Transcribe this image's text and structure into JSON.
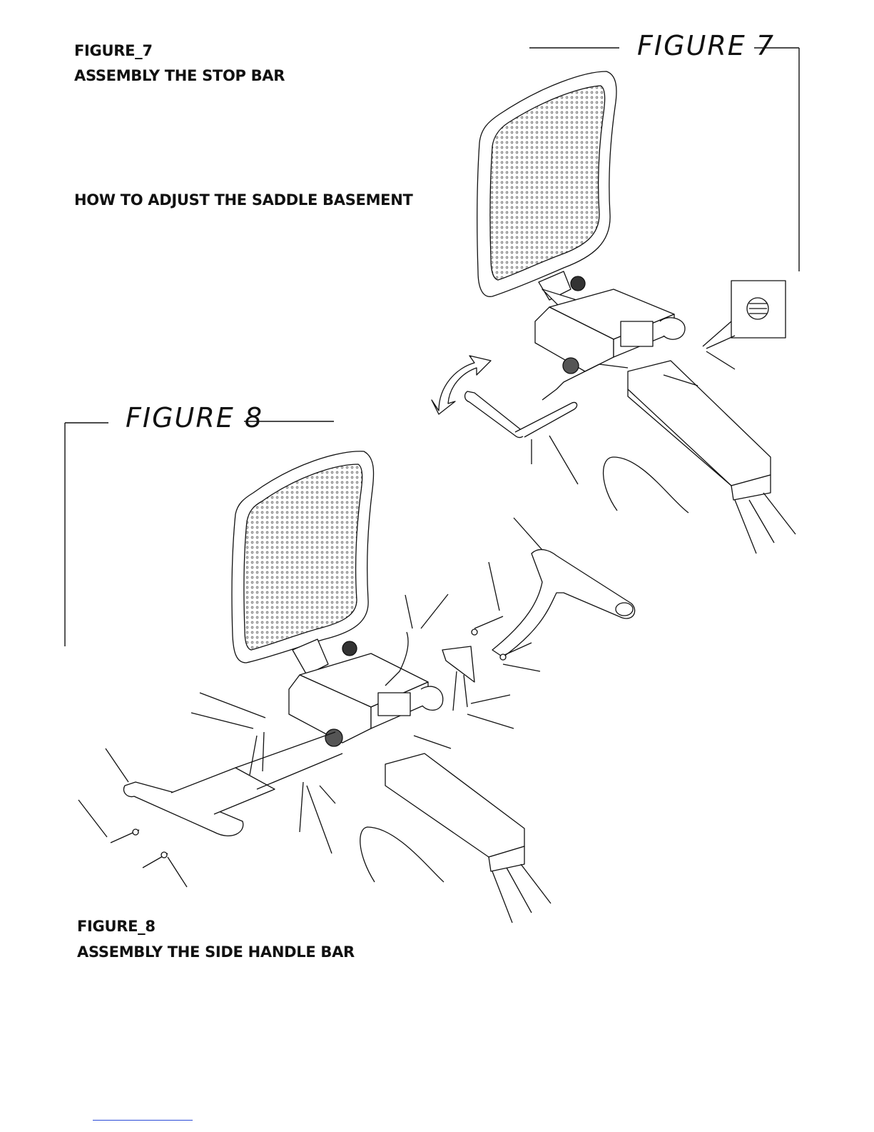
{
  "figure7": {
    "heading": "FIGURE_7",
    "subheading": "ASSEMBLY THE STOP BAR",
    "label": "FIGURE 7"
  },
  "saddle": {
    "heading": "HOW TO ADJUST THE SADDLE BASEMENT"
  },
  "figure8": {
    "heading": "FIGURE_8",
    "subheading": "ASSEMBLY THE SIDE HANDLE BAR",
    "label": "FIGURE 8"
  }
}
